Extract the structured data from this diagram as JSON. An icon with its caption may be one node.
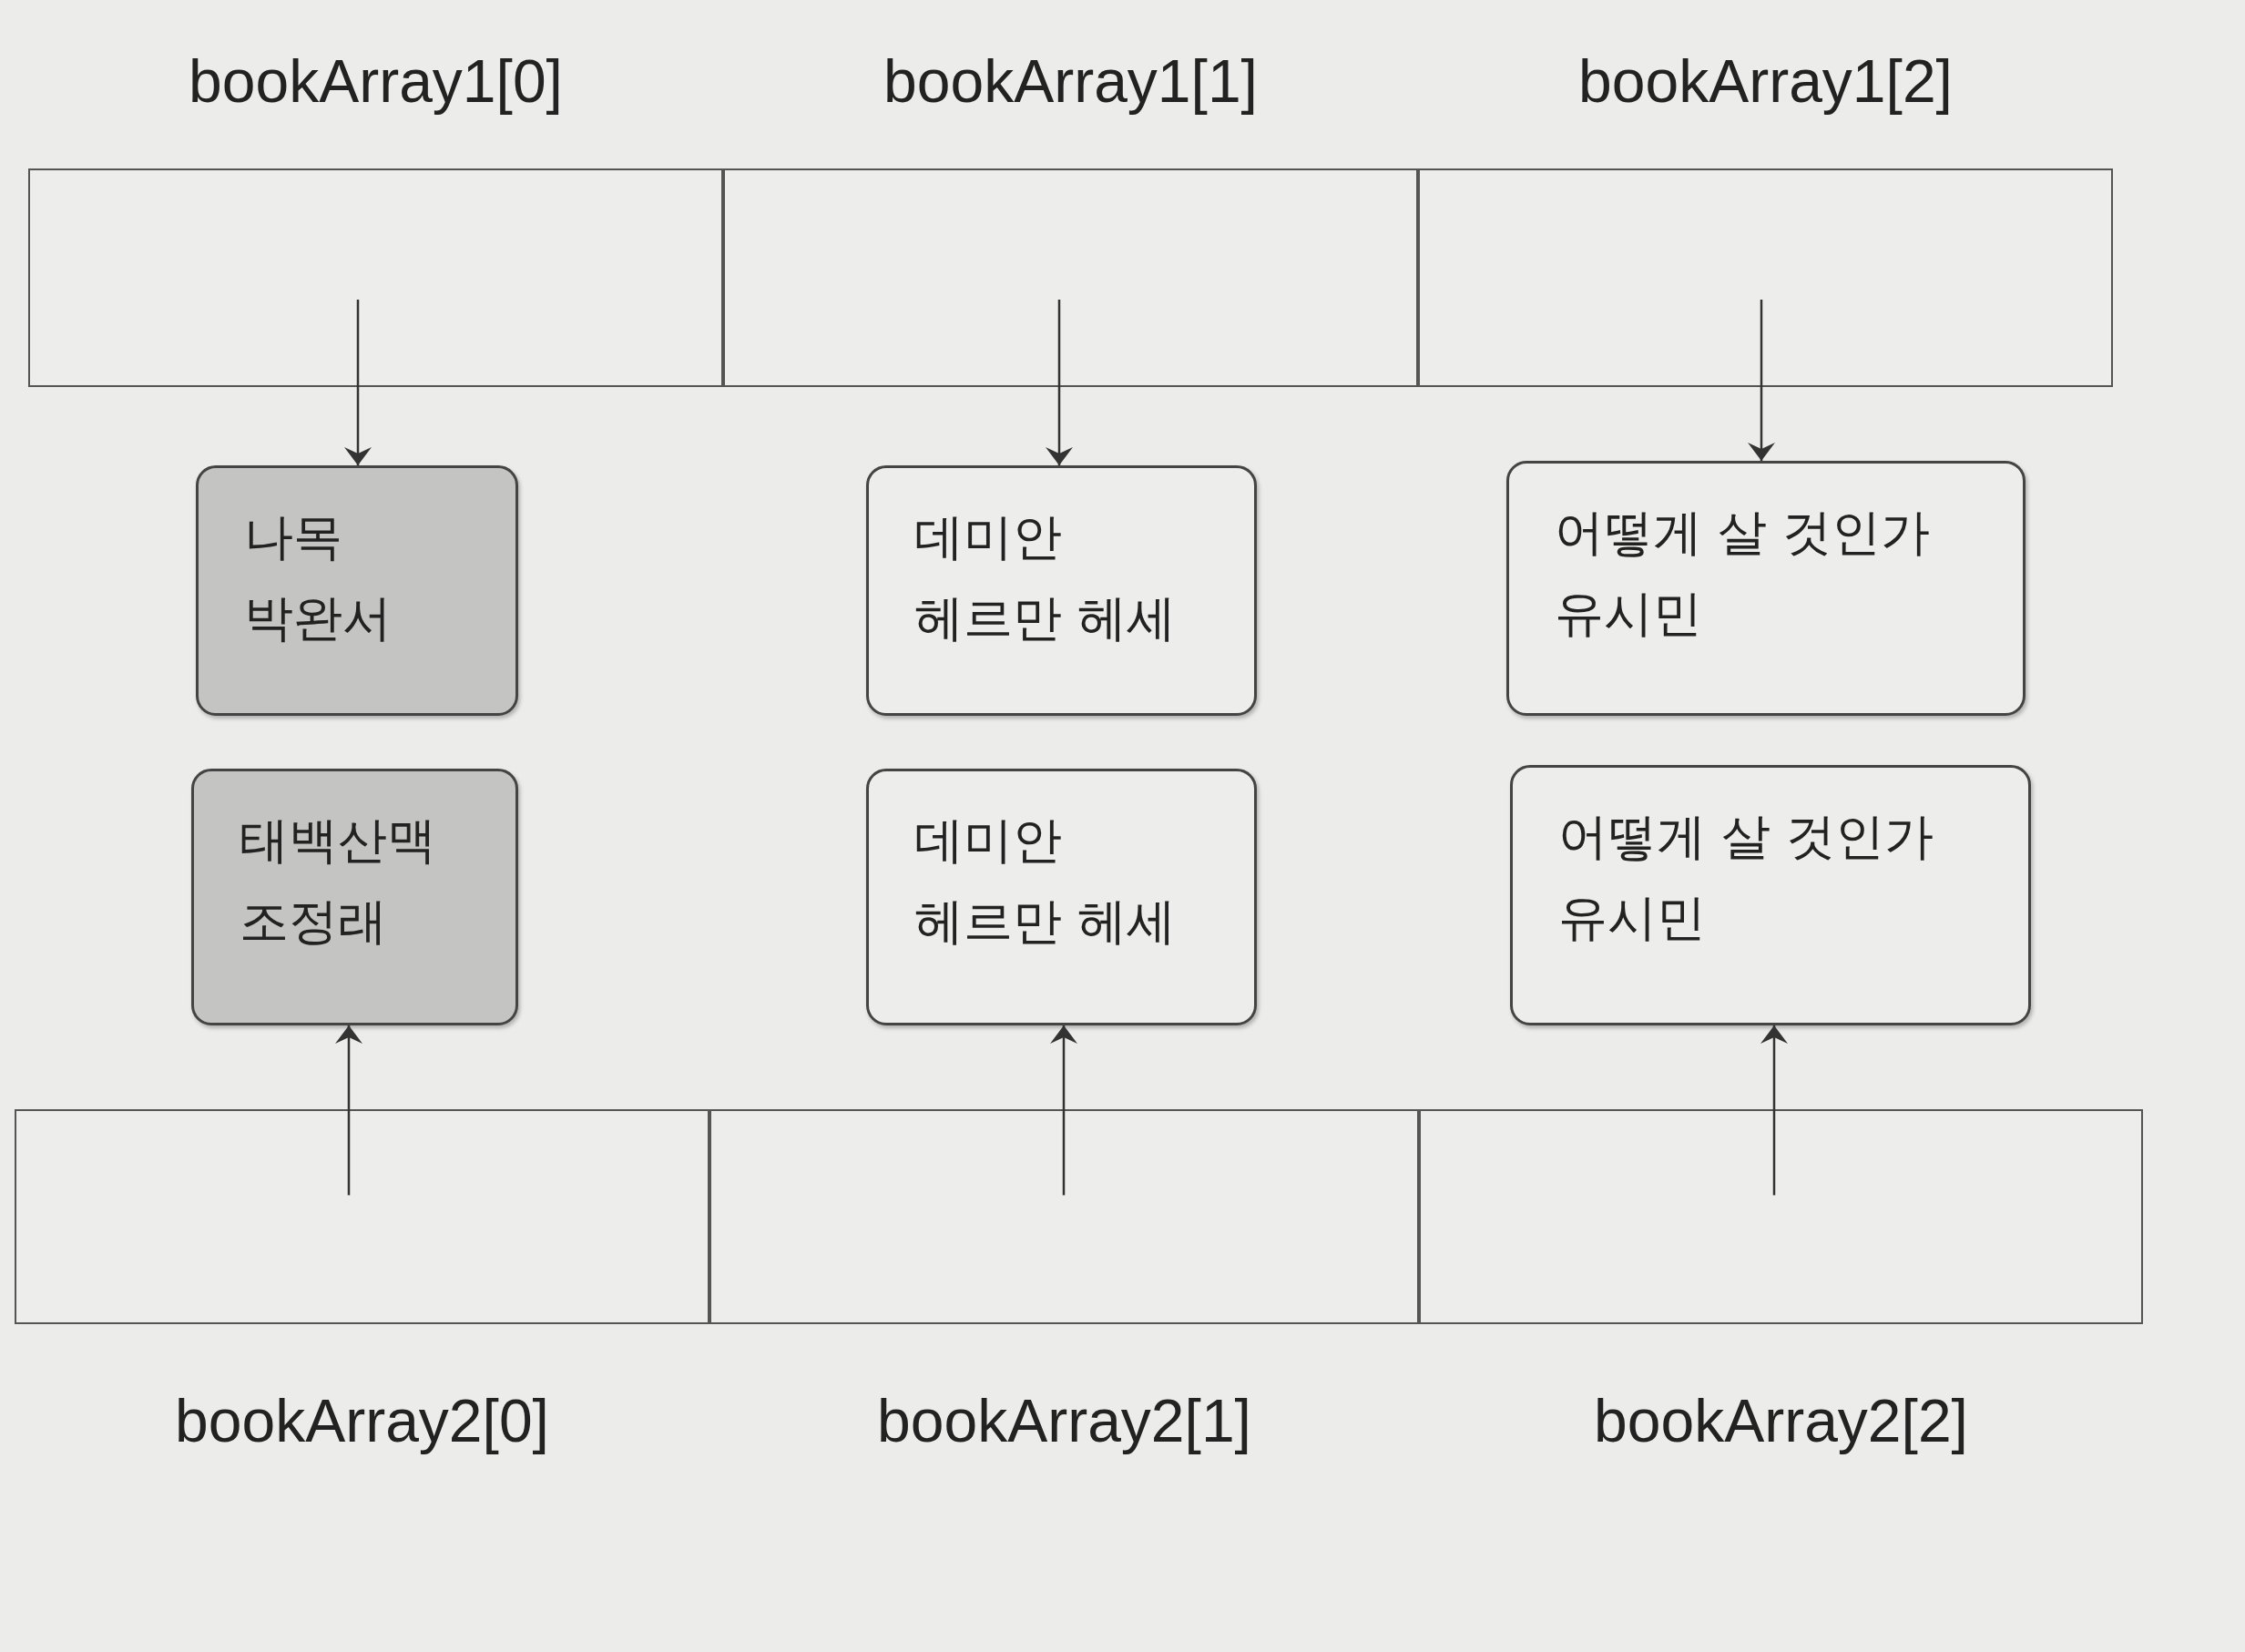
{
  "diagram": {
    "nodes": [
      {
        "text": [
          "bookArray1[0]"
        ]
      },
      {
        "text": [
          "bookArray1[1]"
        ]
      },
      {
        "text": [
          "bookArray1[2]"
        ]
      },
      {
        "text": [
          "나목",
          "박완서"
        ]
      },
      {
        "text": [
          "데미안",
          "헤르만 헤세"
        ]
      },
      {
        "text": [
          "어떻게 살 것인가",
          "유시민"
        ]
      },
      {
        "text": [
          "태백산맥",
          "조정래"
        ]
      },
      {
        "text": [
          "데미안",
          "헤르만 헤세"
        ]
      },
      {
        "text": [
          "어떻게 살 것인가",
          "유시민"
        ]
      },
      {
        "text": [
          "bookArray2[0]"
        ]
      },
      {
        "text": [
          "bookArray2[1]"
        ]
      },
      {
        "text": [
          "bookArray2[2]"
        ]
      }
    ],
    "edges": [
      {
        "from": 0,
        "to": 3,
        "arrow": "to"
      },
      {
        "from": 1,
        "to": 4,
        "arrow": "to"
      },
      {
        "from": 2,
        "to": 5,
        "arrow": "to"
      },
      {
        "from": 9,
        "to": 6,
        "arrow": "to"
      },
      {
        "from": 10,
        "to": 7,
        "arrow": "to"
      },
      {
        "from": 11,
        "to": 8,
        "arrow": "to"
      }
    ]
  }
}
